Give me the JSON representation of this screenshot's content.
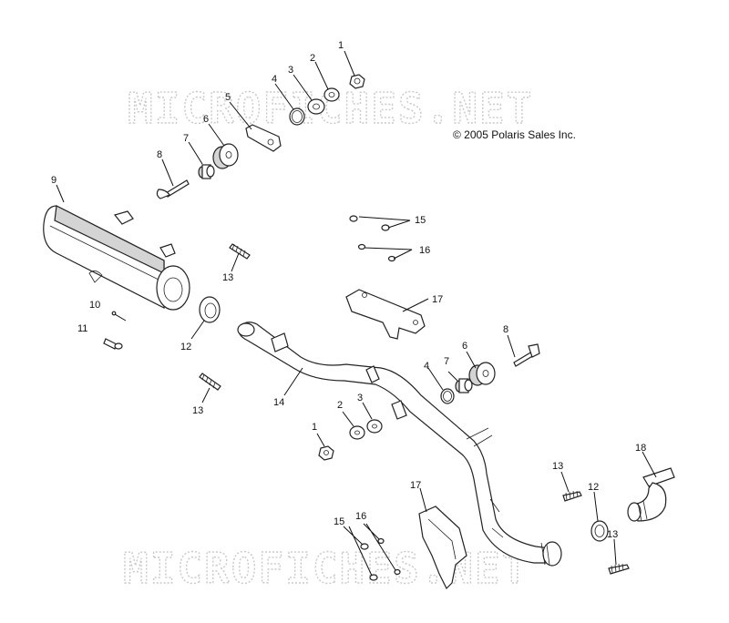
{
  "copyright": "© 2005 Polaris Sales Inc.",
  "watermark": "MICROFICHES.NET",
  "callouts": {
    "c1a": "1",
    "c2a": "2",
    "c3a": "3",
    "c4a": "4",
    "c5": "5",
    "c6a": "6",
    "c7a": "7",
    "c8a": "8",
    "c9": "9",
    "c10": "10",
    "c11": "11",
    "c12a": "12",
    "c13a": "13",
    "c13b": "13",
    "c14": "14",
    "c15a": "15",
    "c16a": "16",
    "c17a": "17",
    "c8b": "8",
    "c6b": "6",
    "c7b": "7",
    "c4b": "4",
    "c2b": "2",
    "c3b": "3",
    "c1b": "1",
    "c17b": "17",
    "c15b": "15",
    "c16b": "16",
    "c13c": "13",
    "c12b": "12",
    "c13d": "13",
    "c18": "18"
  }
}
